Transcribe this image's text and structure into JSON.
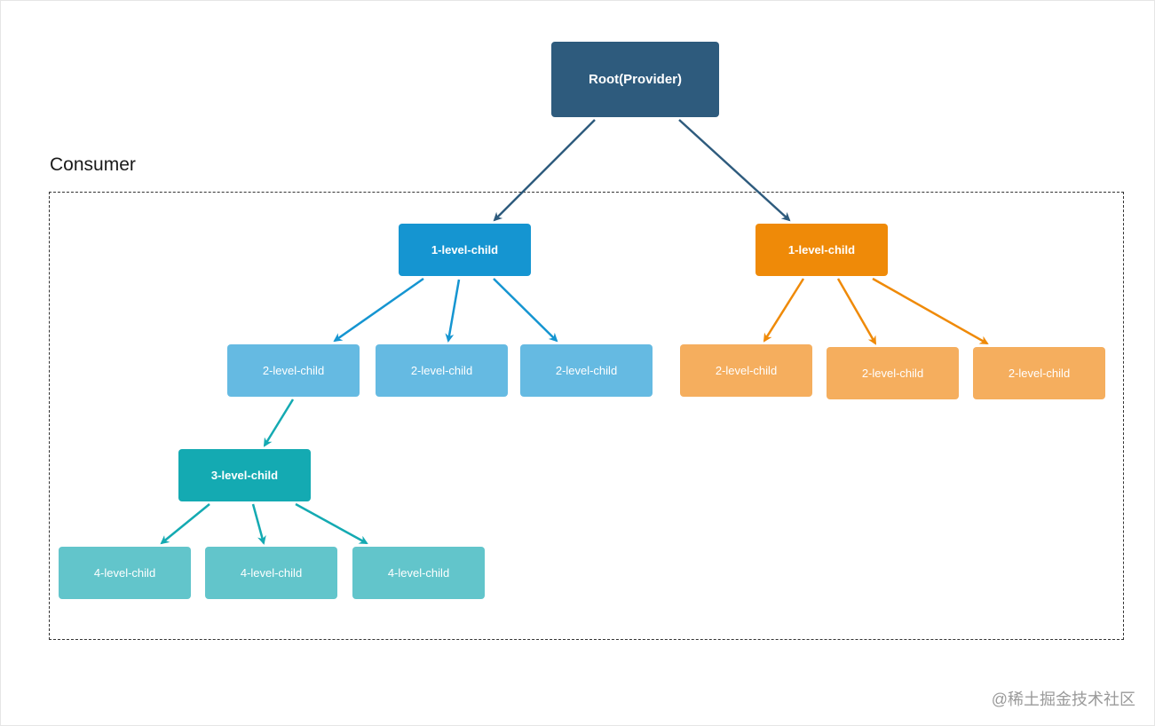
{
  "consumer_label": "Consumer",
  "watermark": "@稀土掘金技术社区",
  "colors": {
    "root": "#2e5b7d",
    "blue_primary": "#1595d1",
    "blue_light": "#65bae2",
    "orange_primary": "#ef8a08",
    "orange_light": "#f5ae5e",
    "teal_primary": "#14aab2",
    "teal_light": "#62c5cb"
  },
  "nodes": {
    "root": "Root(Provider)",
    "left_child": "1-level-child",
    "right_child": "1-level-child",
    "left_level2": [
      "2-level-child",
      "2-level-child",
      "2-level-child"
    ],
    "right_level2": [
      "2-level-child",
      "2-level-child",
      "2-level-child"
    ],
    "level3": "3-level-child",
    "level4": [
      "4-level-child",
      "4-level-child",
      "4-level-child"
    ]
  }
}
